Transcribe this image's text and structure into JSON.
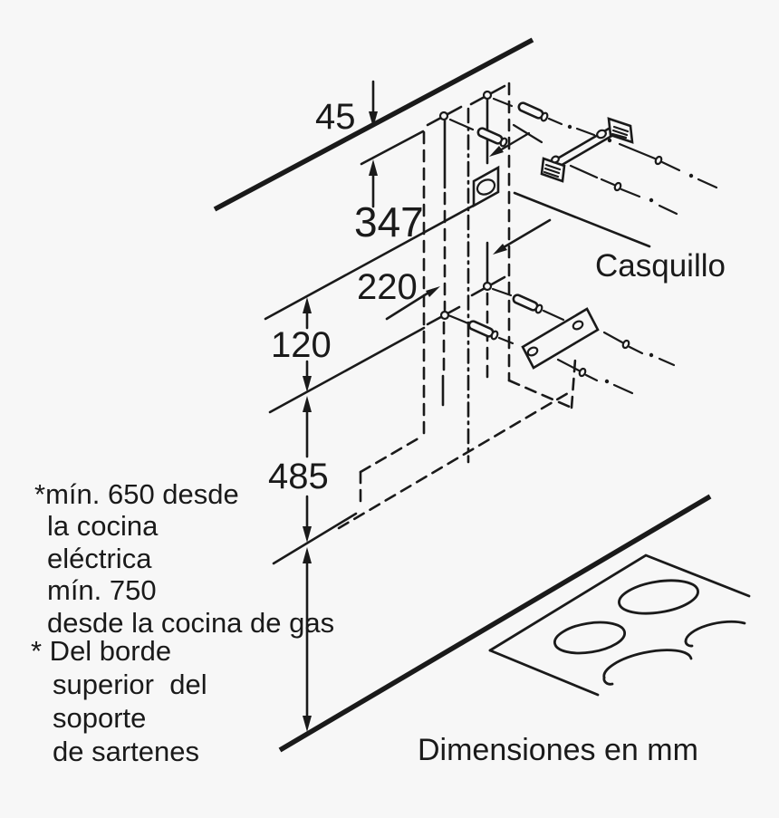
{
  "diagram": {
    "title_hint": "cooker hood wall installation drawing",
    "colors": {
      "line": "#1a1a1a",
      "background": "#f7f7f7"
    },
    "dims": {
      "d45": "45",
      "d347": "347",
      "d220": "220",
      "d120": "120",
      "d485": "485"
    },
    "labels": {
      "casquillo": "Casquillo",
      "units": "Dimensiones en mm"
    },
    "notes": {
      "clearance": [
        "*mín. 650 desde",
        "la cocina",
        "eléctrica",
        "mín. 750",
        "desde la cocina de gas"
      ],
      "reference": [
        "* Del borde",
        "superior  del",
        "soporte",
        "de sartenes"
      ]
    }
  }
}
